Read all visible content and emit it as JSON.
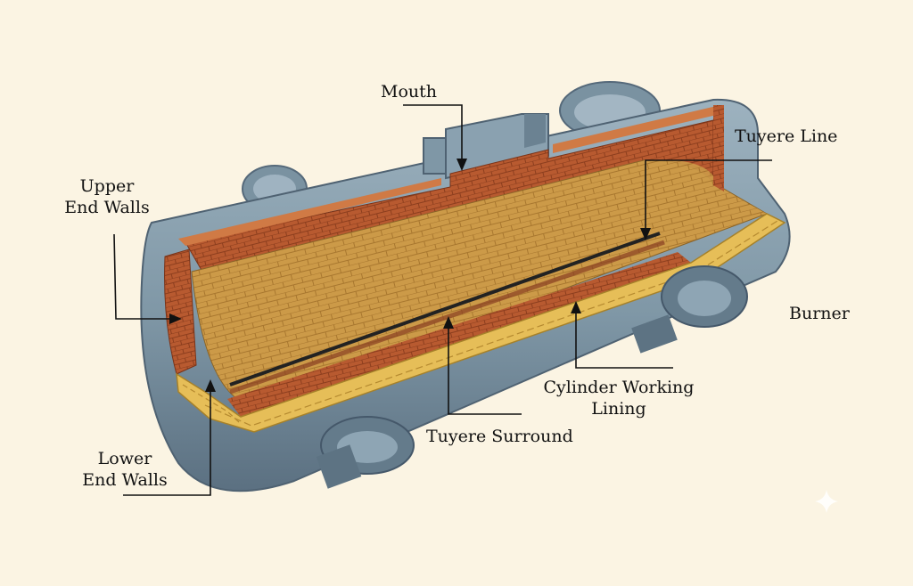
{
  "labels": {
    "mouth": "Mouth",
    "tuyere_line": "Tuyere Line",
    "upper_end_walls_1": "Upper",
    "upper_end_walls_2": "End Walls",
    "burner": "Burner",
    "cylinder_lining_1": "Cylinder Working",
    "cylinder_lining_2": "Lining",
    "tuyere_surround": "Tuyere Surround",
    "lower_end_walls_1": "Lower",
    "lower_end_walls_2": "End Walls"
  },
  "colors": {
    "background": "#fbf4e3",
    "shell": "#7f97a6",
    "shell_dark": "#5d7383",
    "brick_red": "#b5532c",
    "brick_yellow": "#e8c05a",
    "brick_tan": "#c99645",
    "leader_line": "#111111"
  },
  "icons": [
    "sparkle-icon"
  ]
}
